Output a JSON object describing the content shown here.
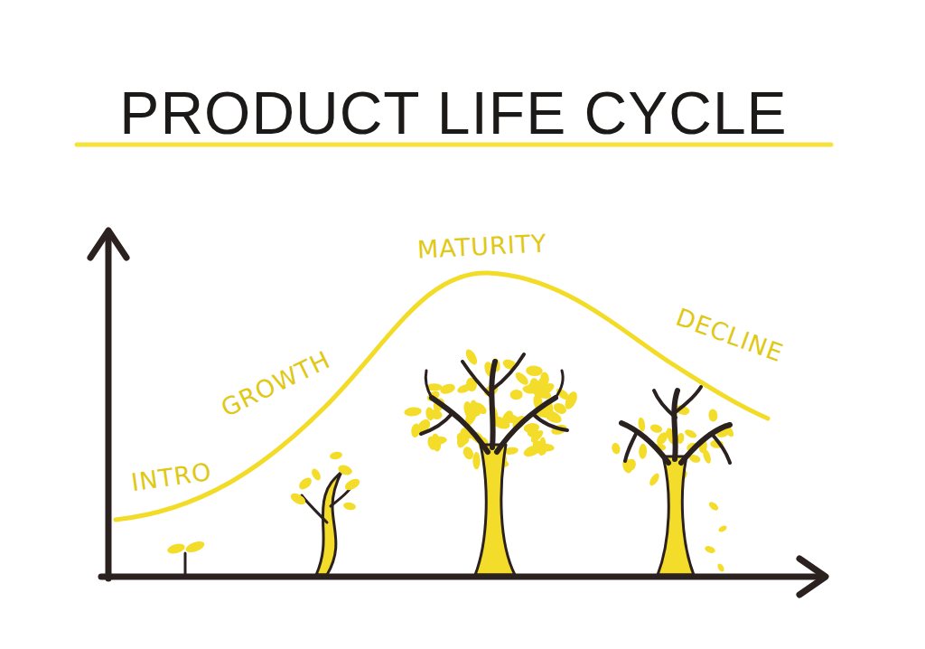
{
  "diagram": {
    "title": "PRODUCT LIFE CYCLE",
    "labels": [
      "INTRO",
      "GROWTH",
      "MATURITY",
      "DECLINE"
    ]
  }
}
